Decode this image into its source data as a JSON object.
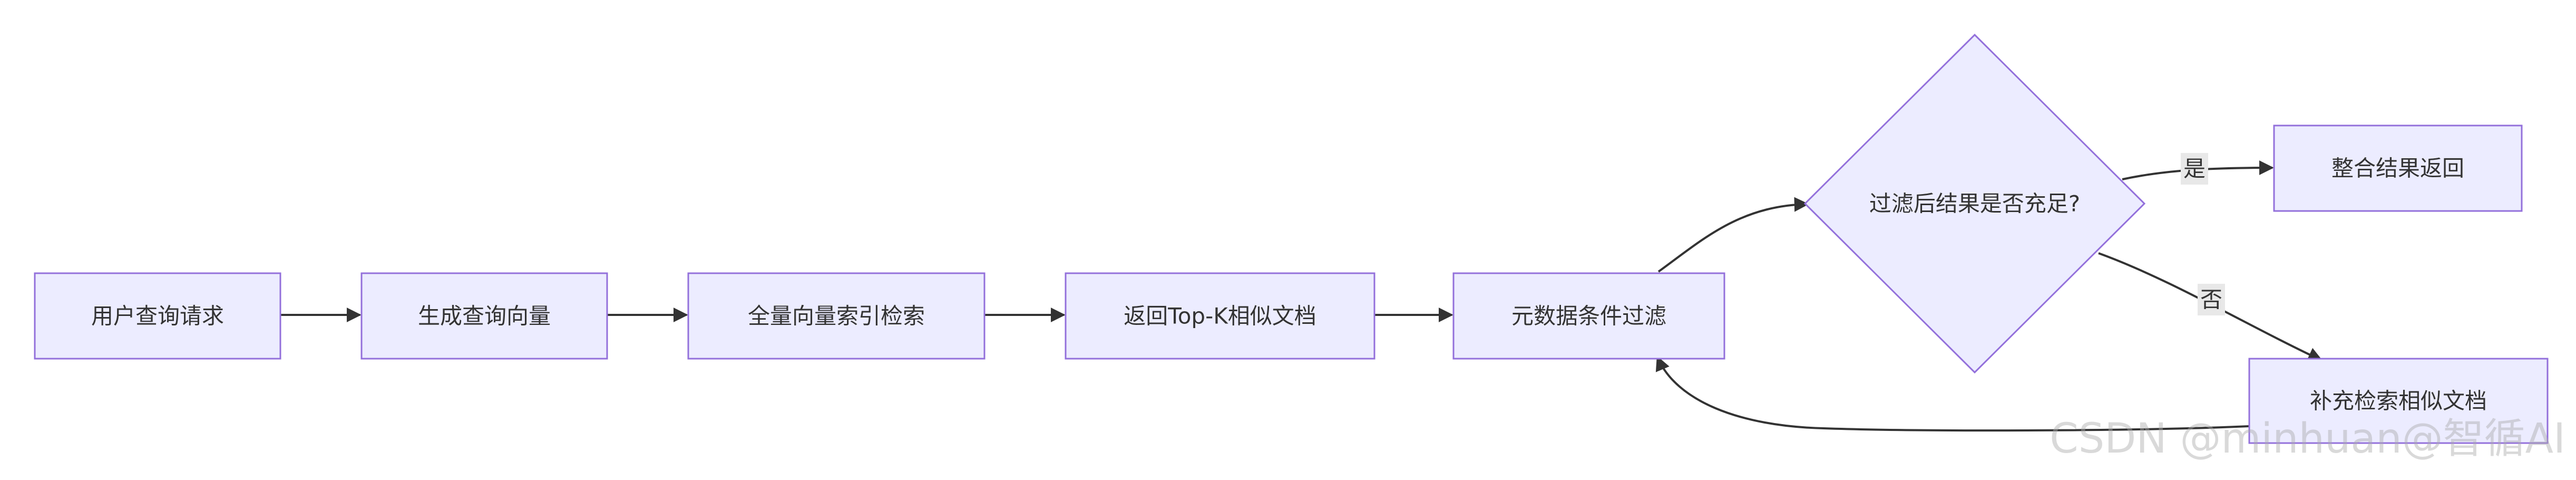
{
  "nodes": {
    "user_query": "用户查询请求",
    "gen_vector": "生成查询向量",
    "full_index": "全量向量索引检索",
    "topk": "返回Top-K相似文档",
    "meta_filter": "元数据条件过滤",
    "decision": "过滤后结果是否充足?",
    "merge": "整合结果返回",
    "supplement": "补充检索相似文档"
  },
  "edges": {
    "yes": "是",
    "no": "否"
  },
  "watermark": "CSDN @minhuan@智循AI",
  "colors": {
    "node_fill": "#ECECFF",
    "node_stroke": "#9370DB",
    "edge": "#333333"
  }
}
